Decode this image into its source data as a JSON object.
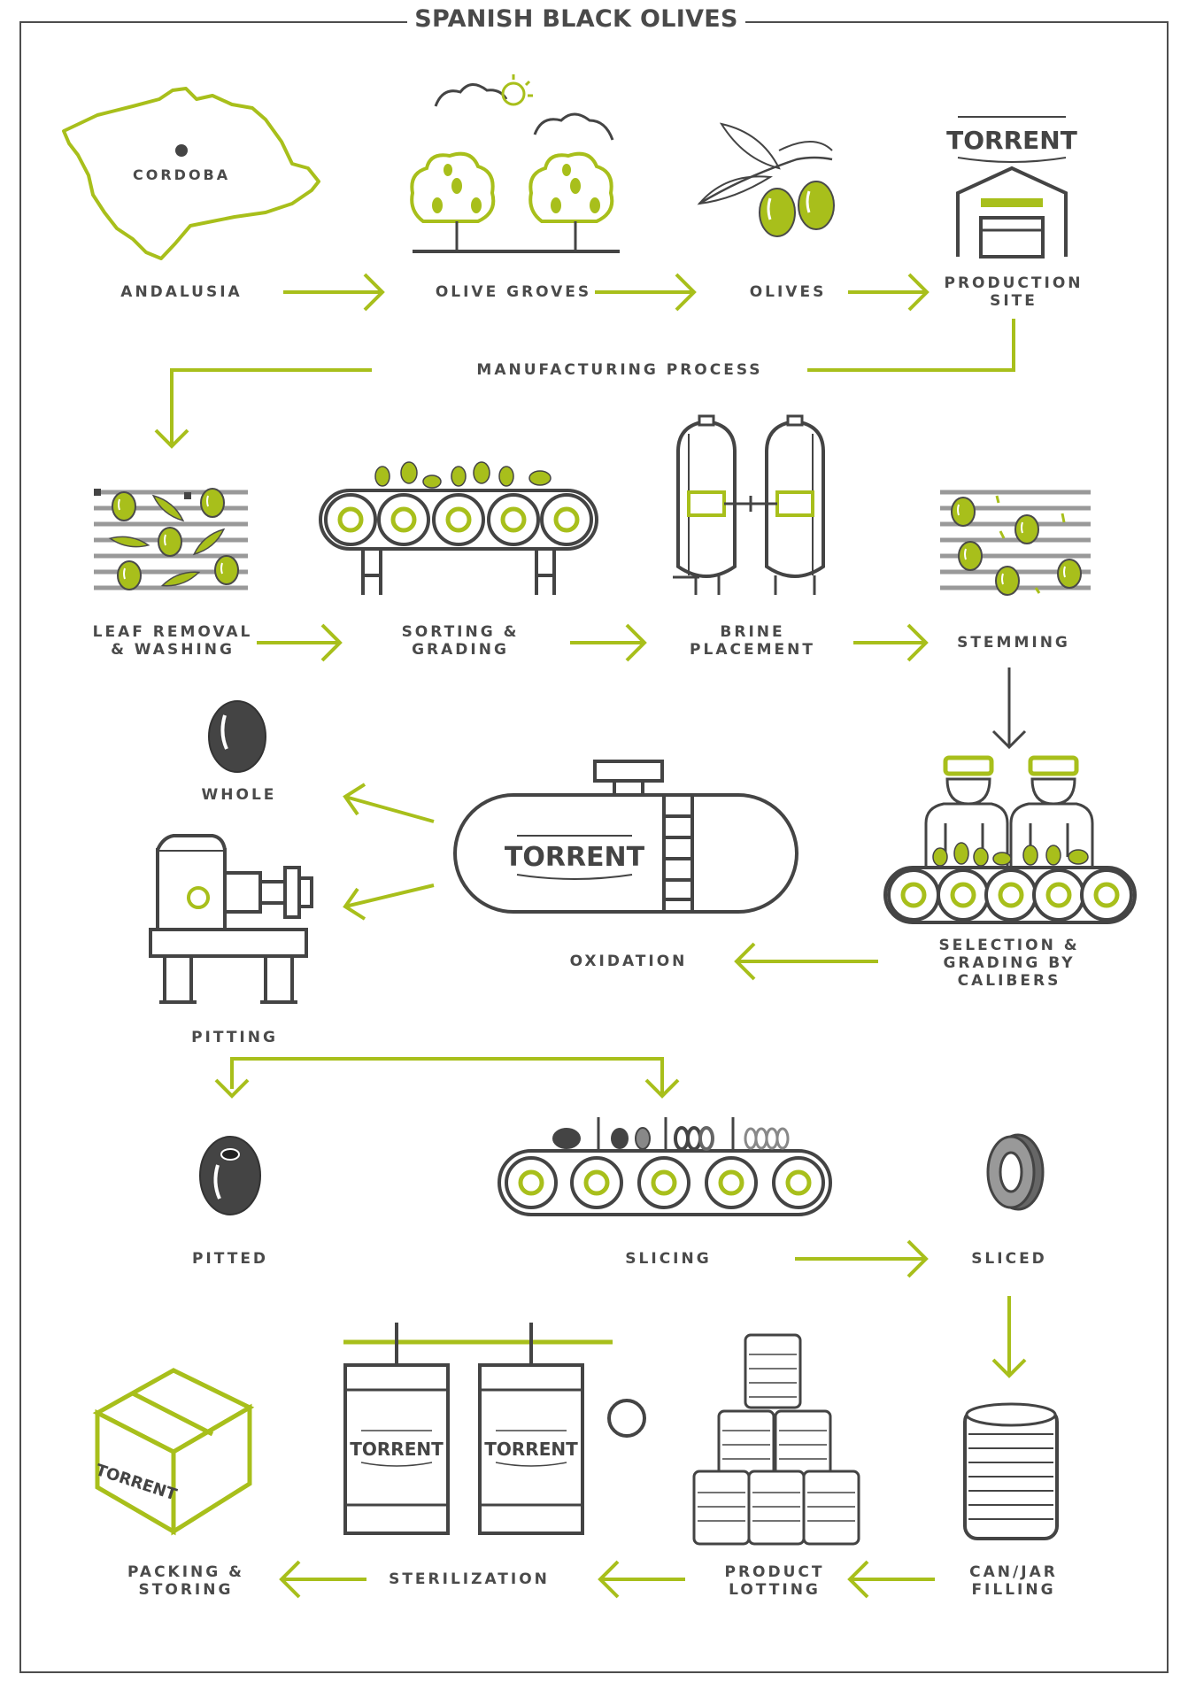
{
  "title": "SPANISH BLACK OLIVES",
  "colors": {
    "accent": "#a8bf1b",
    "ink": "#4a4a4a",
    "dark": "#444444",
    "line": "#999999"
  },
  "brand": "TORRENT",
  "labels": {
    "cordoba": "CORDOBA",
    "andalusia": "ANDALUSIA",
    "olive_groves": "OLIVE GROVES",
    "olives": "OLIVES",
    "production_site": "PRODUCTION\nSITE",
    "manufacturing_process": "MANUFACTURING PROCESS",
    "leaf_removal": "LEAF REMOVAL\n& WASHING",
    "sorting": "SORTING &\nGRADING",
    "brine": "BRINE\nPLACEMENT",
    "stemming": "STEMMING",
    "whole": "WHOLE",
    "selection": "SELECTION &\nGRADING BY\nCALIBERS",
    "oxidation": "OXIDATION",
    "pitting": "PITTING",
    "pitted": "PITTED",
    "slicing": "SLICING",
    "sliced": "SLICED",
    "can_jar": "CAN/JAR\nFILLING",
    "product_lotting": "PRODUCT\nLOTTING",
    "sterilization": "STERILIZATION",
    "packing": "PACKING &\nSTORING"
  }
}
